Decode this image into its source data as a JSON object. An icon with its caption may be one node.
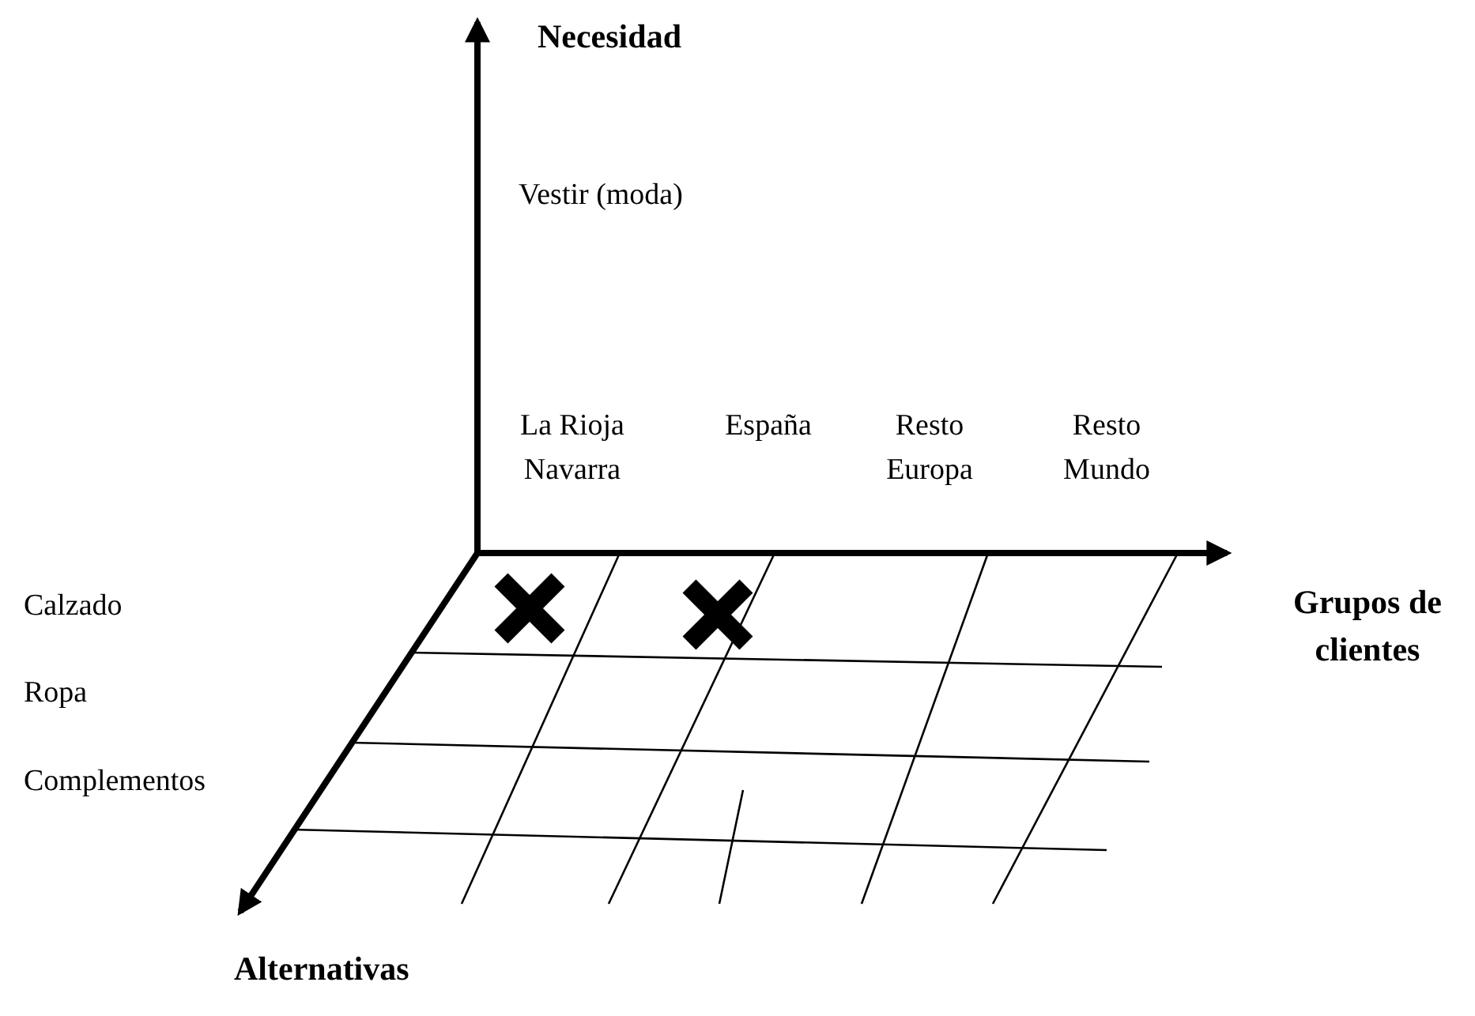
{
  "diagram": {
    "labels": [
      "Necesidad",
      "Vestir (moda)",
      "La Rioja Navarra",
      "España",
      "Resto Europa",
      "Resto Mundo",
      "Calzado",
      "Grupos de clientes",
      "Ropa",
      "Complementos",
      "Alternativas"
    ]
  }
}
